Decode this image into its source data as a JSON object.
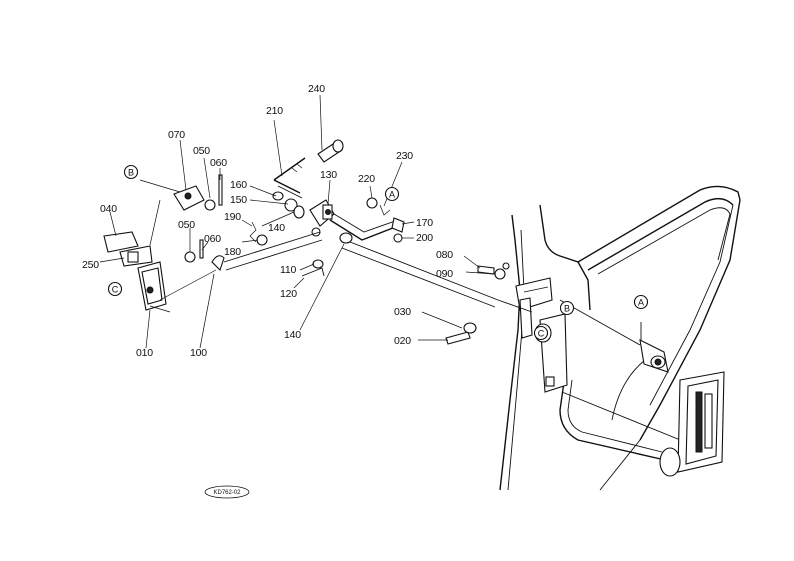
{
  "diagram": {
    "reference_code": "KD762-02",
    "part_numbers": {
      "p010": "010",
      "p020": "020",
      "p030": "030",
      "p040": "040",
      "p050a": "050",
      "p050b": "050",
      "p060a": "060",
      "p060b": "060",
      "p070": "070",
      "p080": "080",
      "p090": "090",
      "p100": "100",
      "p110": "110",
      "p120": "120",
      "p130": "130",
      "p140a": "140",
      "p140b": "140",
      "p150": "150",
      "p160": "160",
      "p170": "170",
      "p180": "180",
      "p190": "190",
      "p200": "200",
      "p210": "210",
      "p220": "220",
      "p230": "230",
      "p240": "240",
      "p250": "250"
    },
    "reference_markers": {
      "A1": "A",
      "A2": "A",
      "B1": "B",
      "B2": "B",
      "C1": "C",
      "C2": "C"
    }
  }
}
